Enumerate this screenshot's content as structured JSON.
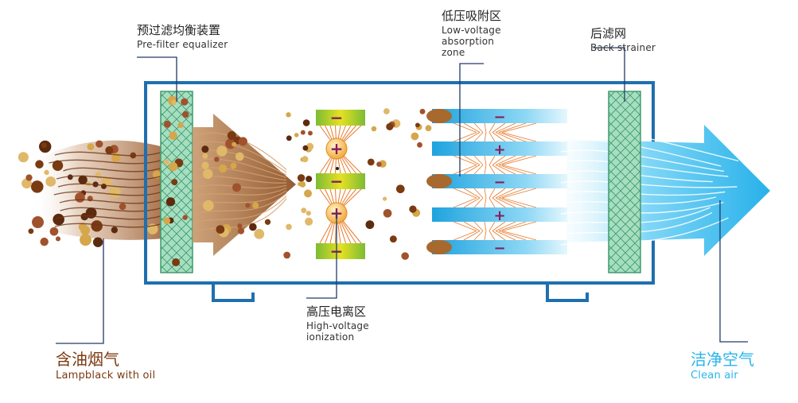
{
  "labels": {
    "prefilter_cn": "预过滤均衡装置",
    "prefilter_en": "Pre-filter equalizer",
    "lowvolt_cn": "低压吸附区",
    "lowvolt_en1": "Low-voltage",
    "lowvolt_en2": "absorption",
    "lowvolt_en3": "zone",
    "back_cn": "后滤网",
    "back_en": "Back strainer",
    "highvolt_cn": "高压电离区",
    "highvolt_en1": "High-voltage",
    "highvolt_en2": "ionization",
    "input_cn": "含油烟气",
    "input_en": "Lampblack with oil",
    "output_cn": "洁净空气",
    "output_en": "Clean air"
  },
  "symbols": {
    "minus": "−",
    "plus": "+"
  },
  "colors": {
    "housing": "#1f6fb0",
    "pointer": "#243a6b",
    "input_label": "#7a3a12",
    "output_label": "#29b6ea",
    "filter_fill": "#9ad9b8",
    "filter_mesh": "#3f9c6e",
    "smoke": "#a0643a",
    "plate_blue": "#29aee4",
    "plate_green": "#8cc63e",
    "plate_yellow": "#e8e020",
    "charge_sign": "#8a1a5a",
    "fiber": "#e87a2a",
    "clean_air": "#2fb8ec"
  }
}
